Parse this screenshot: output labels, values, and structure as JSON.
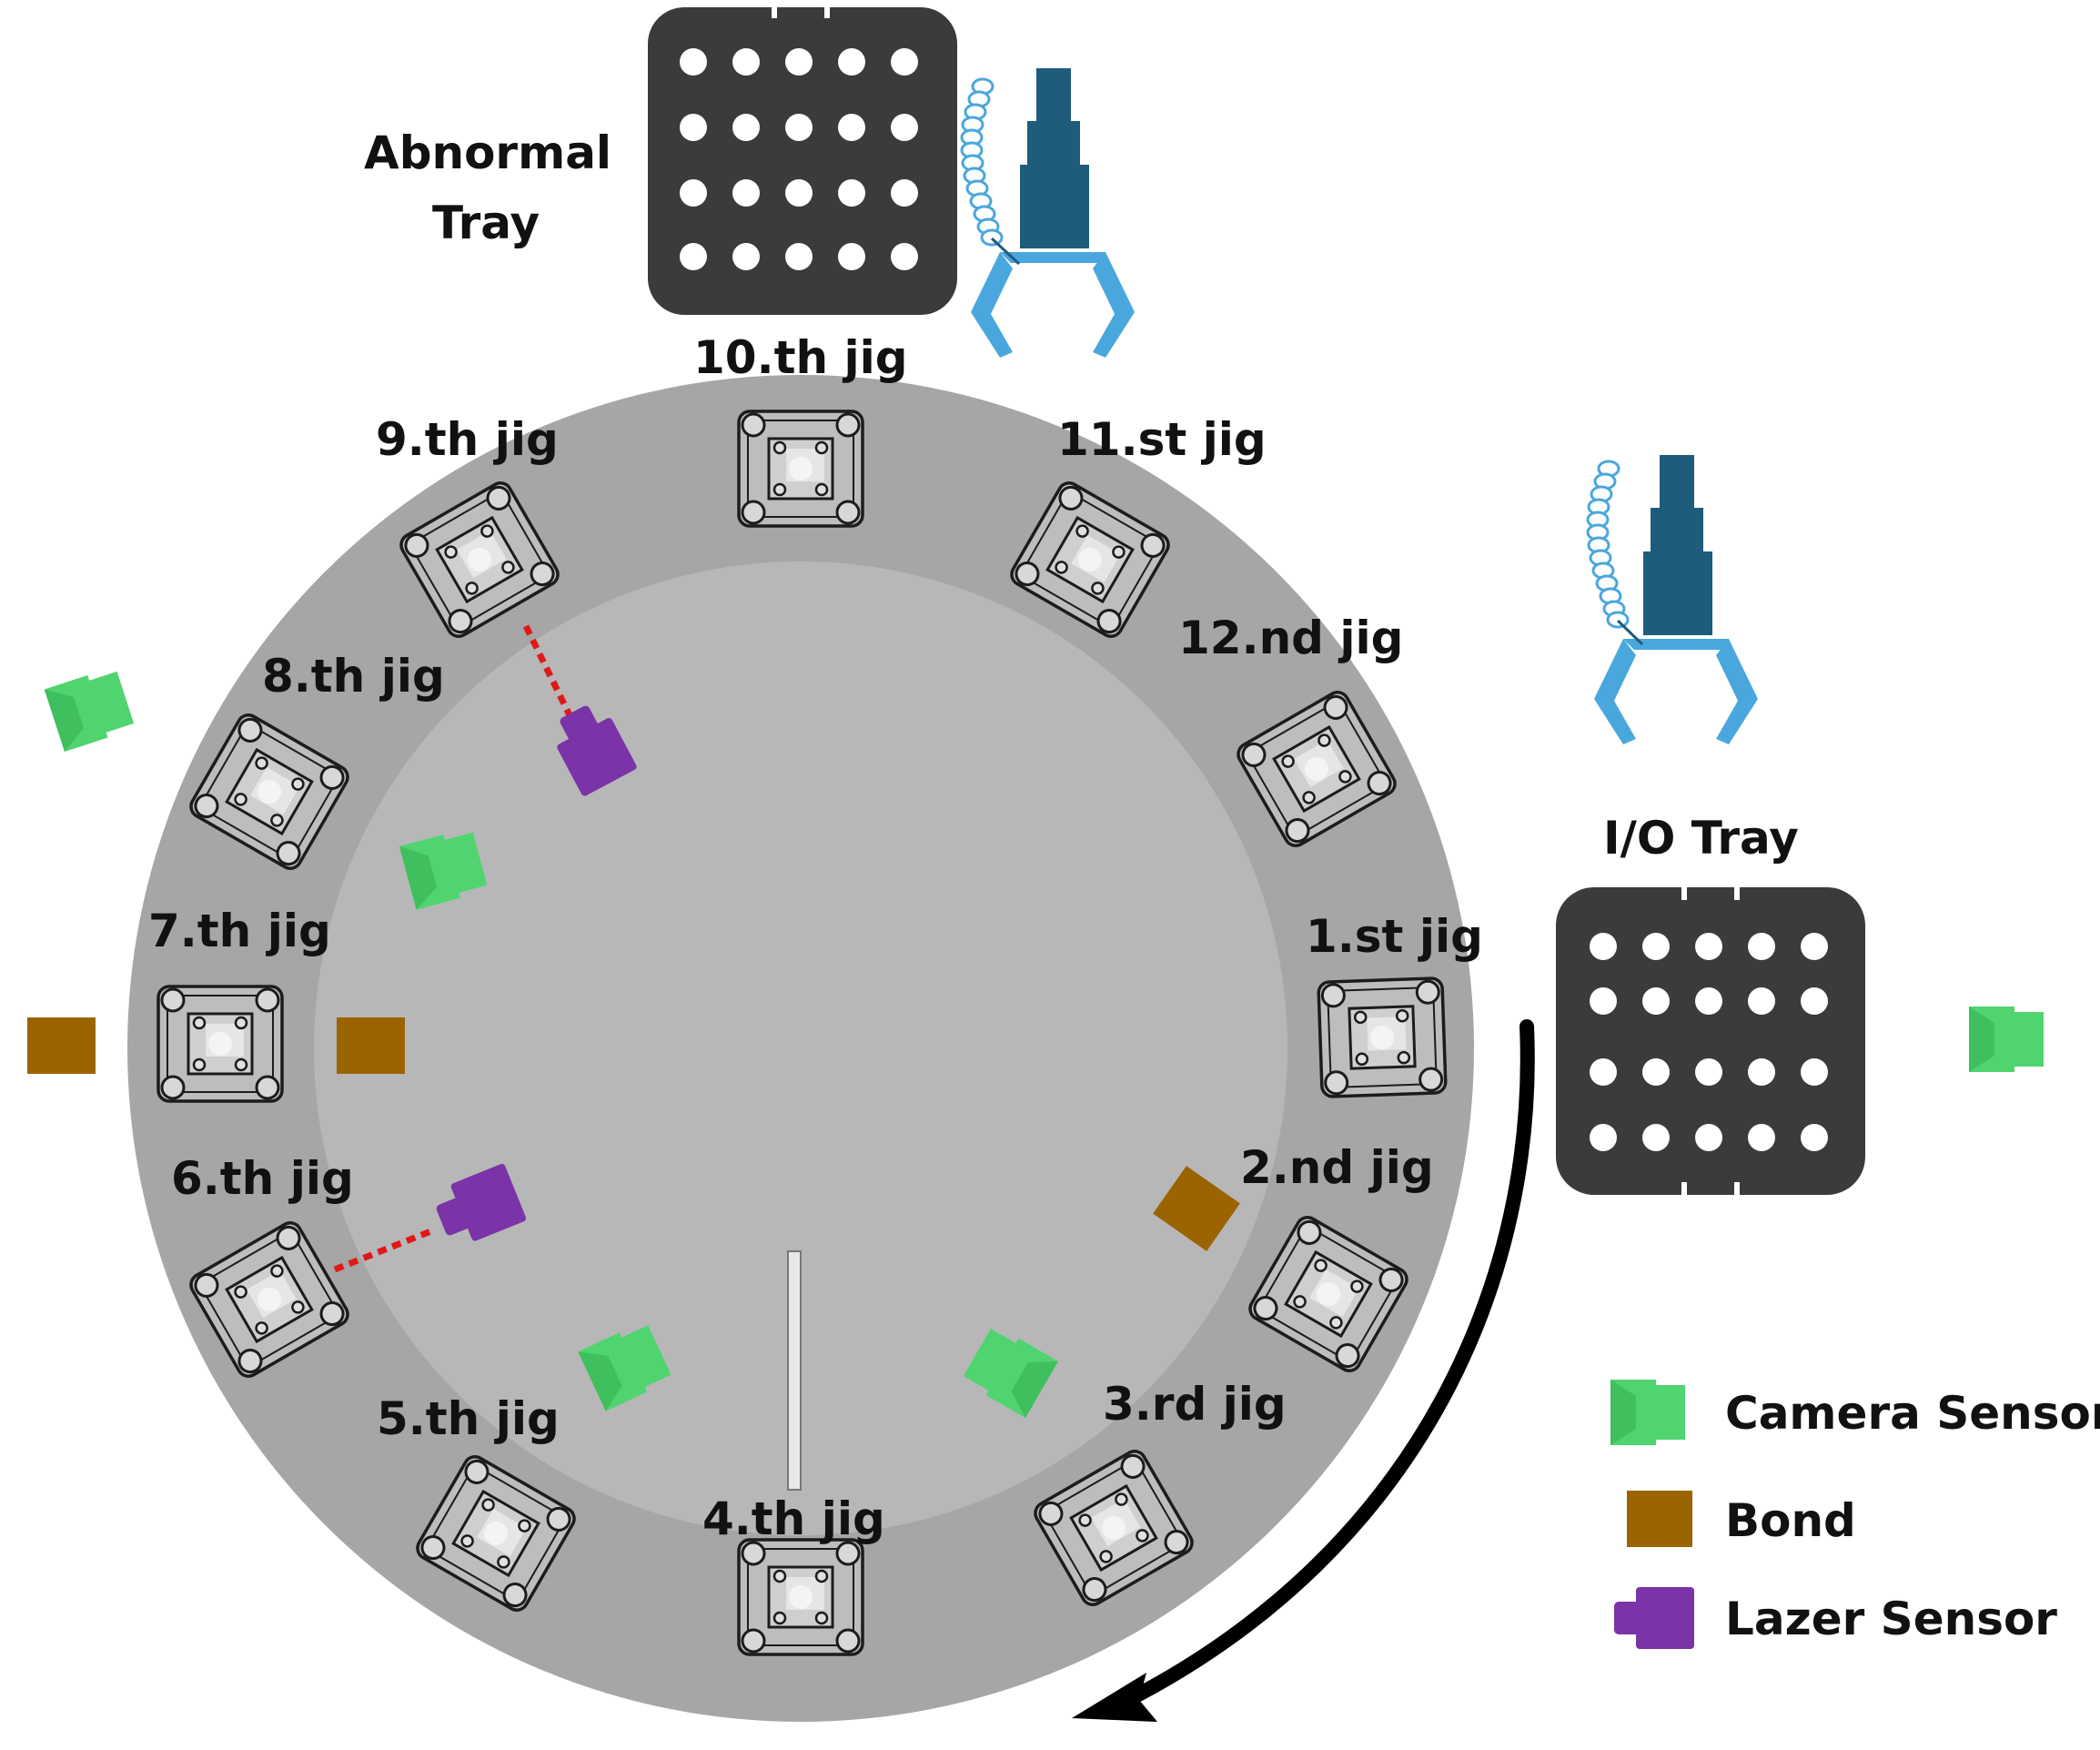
{
  "labels": {
    "abnormal_tray_line1": "Abnormal",
    "abnormal_tray_line2": "Tray",
    "io_tray": "I/O Tray"
  },
  "jigs": [
    {
      "label": "1.st jig"
    },
    {
      "label": "2.nd jig"
    },
    {
      "label": "3.rd jig"
    },
    {
      "label": "4.th jig"
    },
    {
      "label": "5.th jig"
    },
    {
      "label": "6.th jig"
    },
    {
      "label": "7.th jig"
    },
    {
      "label": "8.th jig"
    },
    {
      "label": "9.th jig"
    },
    {
      "label": "10.th jig"
    },
    {
      "label": "11.st jig"
    },
    {
      "label": "12.nd jig"
    }
  ],
  "legend": {
    "camera": "Camera Sensor",
    "bond": "Bond",
    "lazer": "Lazer Sensor"
  },
  "colors": {
    "outer_ring": "#a6a6a6",
    "inner_disk": "#b7b7b7",
    "tray": "#3b3b3b",
    "camera": "#4fd46f",
    "bond": "#9b6400",
    "lazer": "#7b33a8",
    "gripper_body": "#1f5c7c",
    "gripper_claw": "#4aa7de",
    "laser_beam": "#e01818",
    "arrow": "#000000"
  }
}
